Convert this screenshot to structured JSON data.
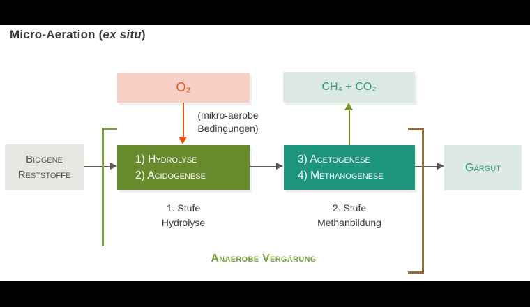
{
  "title": {
    "prefix": "Micro-Aeration (",
    "italic": "ex situ",
    "suffix": ")"
  },
  "boxes": {
    "o2": {
      "label": "O₂"
    },
    "ch4_co2": {
      "label": "CH₄ + CO₂"
    },
    "biogene": {
      "line1": "Biogene",
      "line2": "Reststoffe"
    },
    "stage1": {
      "line1": "1) Hydrolyse",
      "line2": "2) Acidogenese"
    },
    "stage2": {
      "line1": "3) Acetogenese",
      "line2": "4) Methanogenese"
    },
    "gaergut": {
      "label": "Gärgut"
    }
  },
  "annotations": {
    "mikro_line1": "(mikro-aerobe",
    "mikro_line2": "Bedingungen)",
    "stufe1_line1": "1. Stufe",
    "stufe1_line2": "Hydrolyse",
    "stufe2_line1": "2. Stufe",
    "stufe2_line2": "Methanbildung",
    "anaerobe": "Anaerobe Vergärung"
  },
  "colors": {
    "o2_box_bg": "#f8cfc5",
    "o2_text": "#df5a1e",
    "ch4_box_bg": "#dde9e3",
    "teal_text": "#2f9b80",
    "gray_box_bg": "#e8e6e3",
    "gray_box_text": "#57544d",
    "stage1_bg": "#678a2d",
    "stage2_bg": "#1c947e",
    "arrow_gray": "#5d5a52",
    "arrow_orange": "#e0571b",
    "arrow_olive": "#7a942d",
    "bracket_green": "#7d9c43",
    "bracket_brown": "#8f6c3c",
    "anaerobe_text": "#7ba33c"
  }
}
